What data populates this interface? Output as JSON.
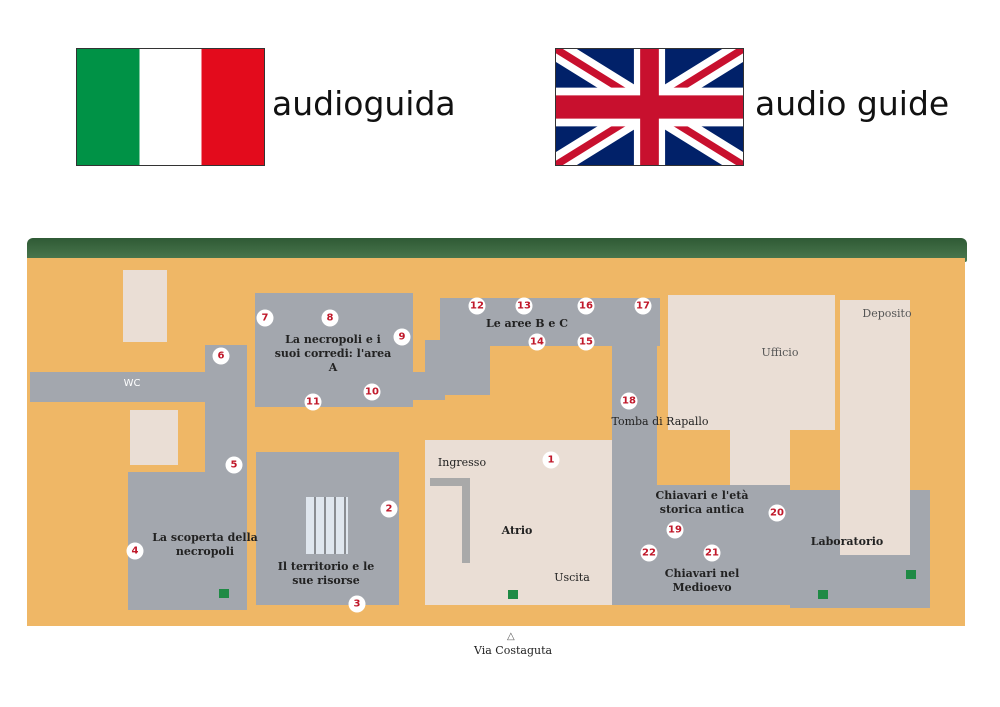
{
  "header": {
    "italian": {
      "label": "audioguida",
      "flag_colors": [
        "#009246",
        "#ffffff",
        "#e30b1c"
      ]
    },
    "english": {
      "label": "audio guide",
      "flag_colors": [
        "#012169",
        "#ffffff",
        "#c8102e"
      ]
    }
  },
  "map": {
    "colors": {
      "walls": "#efb766",
      "exhibit_rooms": "#a3a7ae",
      "service_rooms": "#eaded5",
      "marker_number": "#c0182a",
      "hedge": "#3f6b43"
    },
    "rooms": {
      "necropoli_a": "La necropoli e i suoi corredi: l'area A",
      "aree_bc": "Le aree B e C",
      "tomba": "Tomba di Rapallo",
      "ufficio": "Ufficio",
      "deposito": "Deposito",
      "atrio": "Atrio",
      "chiavari_antica": "Chiavari e l'età storica antica",
      "chiavari_medioevo": "Chiavari nel Medioevo",
      "laboratorio": "Laboratorio",
      "scoperta": "La scoperta della necropoli",
      "territorio": "Il territorio e le sue risorse",
      "wc": "WC"
    },
    "entrance": "Ingresso",
    "exit": "Uscita",
    "street": "Via Costaguta",
    "markers": [
      "1",
      "2",
      "3",
      "4",
      "5",
      "6",
      "7",
      "8",
      "9",
      "10",
      "11",
      "12",
      "13",
      "14",
      "15",
      "16",
      "17",
      "18",
      "19",
      "20",
      "21",
      "22"
    ]
  }
}
